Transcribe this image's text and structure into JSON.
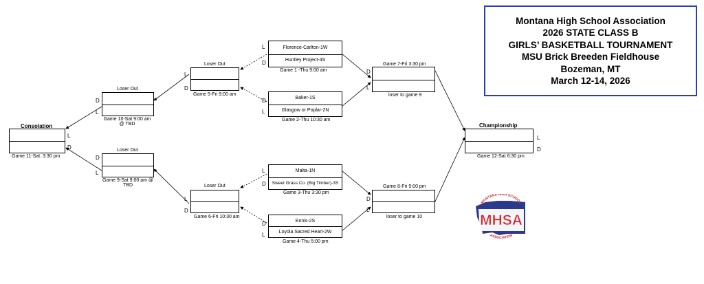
{
  "header": {
    "lines": [
      "Montana High School Association",
      "2026 STATE CLASS B",
      "GIRLS’ BASKETBALL TOURNAMENT",
      "MSU Brick Breeden Fieldhouse",
      "Bozeman, MT",
      "March 12-14, 2026"
    ]
  },
  "games": {
    "g1": {
      "team1": "Florence-Carlton-1W",
      "team2": "Huntley Project-4S",
      "caption": "Game 1 -Thu 9:00 am",
      "side1": "L",
      "side2": "D"
    },
    "g2": {
      "team1": "Baker-1S",
      "team2": "Glasgow or Poplar-2N",
      "caption": "Game 2-Thu 10:30 am",
      "side1": "D",
      "side2": "L"
    },
    "g3": {
      "team1": "Malta-1N",
      "team2": "Sweet Grass Co. (Big Timber)-3S",
      "caption": "Game 3-Thu 3:30 pm",
      "side1": "L",
      "side2": "D"
    },
    "g4": {
      "team1": "Ennis-2S",
      "team2": "Loyola Sacred Heart-2W",
      "caption": "Game 4-Thu 5:00 pm",
      "side1": "D",
      "side2": "L"
    },
    "g5": {
      "heading": "Loser Out",
      "caption": "Game 5-Fri 9:00 am",
      "side1": "L",
      "side2": "D"
    },
    "g6": {
      "heading": "Loser Out",
      "caption": "Game 6-Fri 10:30 am",
      "side1": "L",
      "side2": "D"
    },
    "g7": {
      "heading": "Game 7-Fri 3:30 pm",
      "caption": "loser to game 9",
      "side1": "D",
      "side2": "L"
    },
    "g8": {
      "heading": "Game 8-Fri 5:00 pm",
      "caption": "loser to game 10",
      "side1": "D",
      "side2": "L"
    },
    "g9": {
      "heading": "Loser Out",
      "caption_line1": "Game 9-Sat 9:00 am @",
      "caption_line2": "TBD",
      "side1": "D",
      "side2": "L"
    },
    "g10": {
      "heading": "Loser Out",
      "caption_line1": "Game 10-Sat 9:00 am",
      "caption_line2": "@ TBD",
      "side1": "D",
      "side2": "L"
    },
    "g11": {
      "heading": "Consolation",
      "caption": "Game 11-Sat. 3:30 pm",
      "side1": "L",
      "side2": "D"
    },
    "g12": {
      "heading": "Championship",
      "caption": "Game 12-Sat 6:30 pm",
      "side1": "L",
      "side2": "D"
    }
  },
  "logo": {
    "arc_text": "MONTANA HIGH SCHOOL",
    "main_text": "MHSA",
    "sub_text": "ASSOCIATION",
    "blue": "#2d3a8c",
    "red": "#d7242a"
  }
}
